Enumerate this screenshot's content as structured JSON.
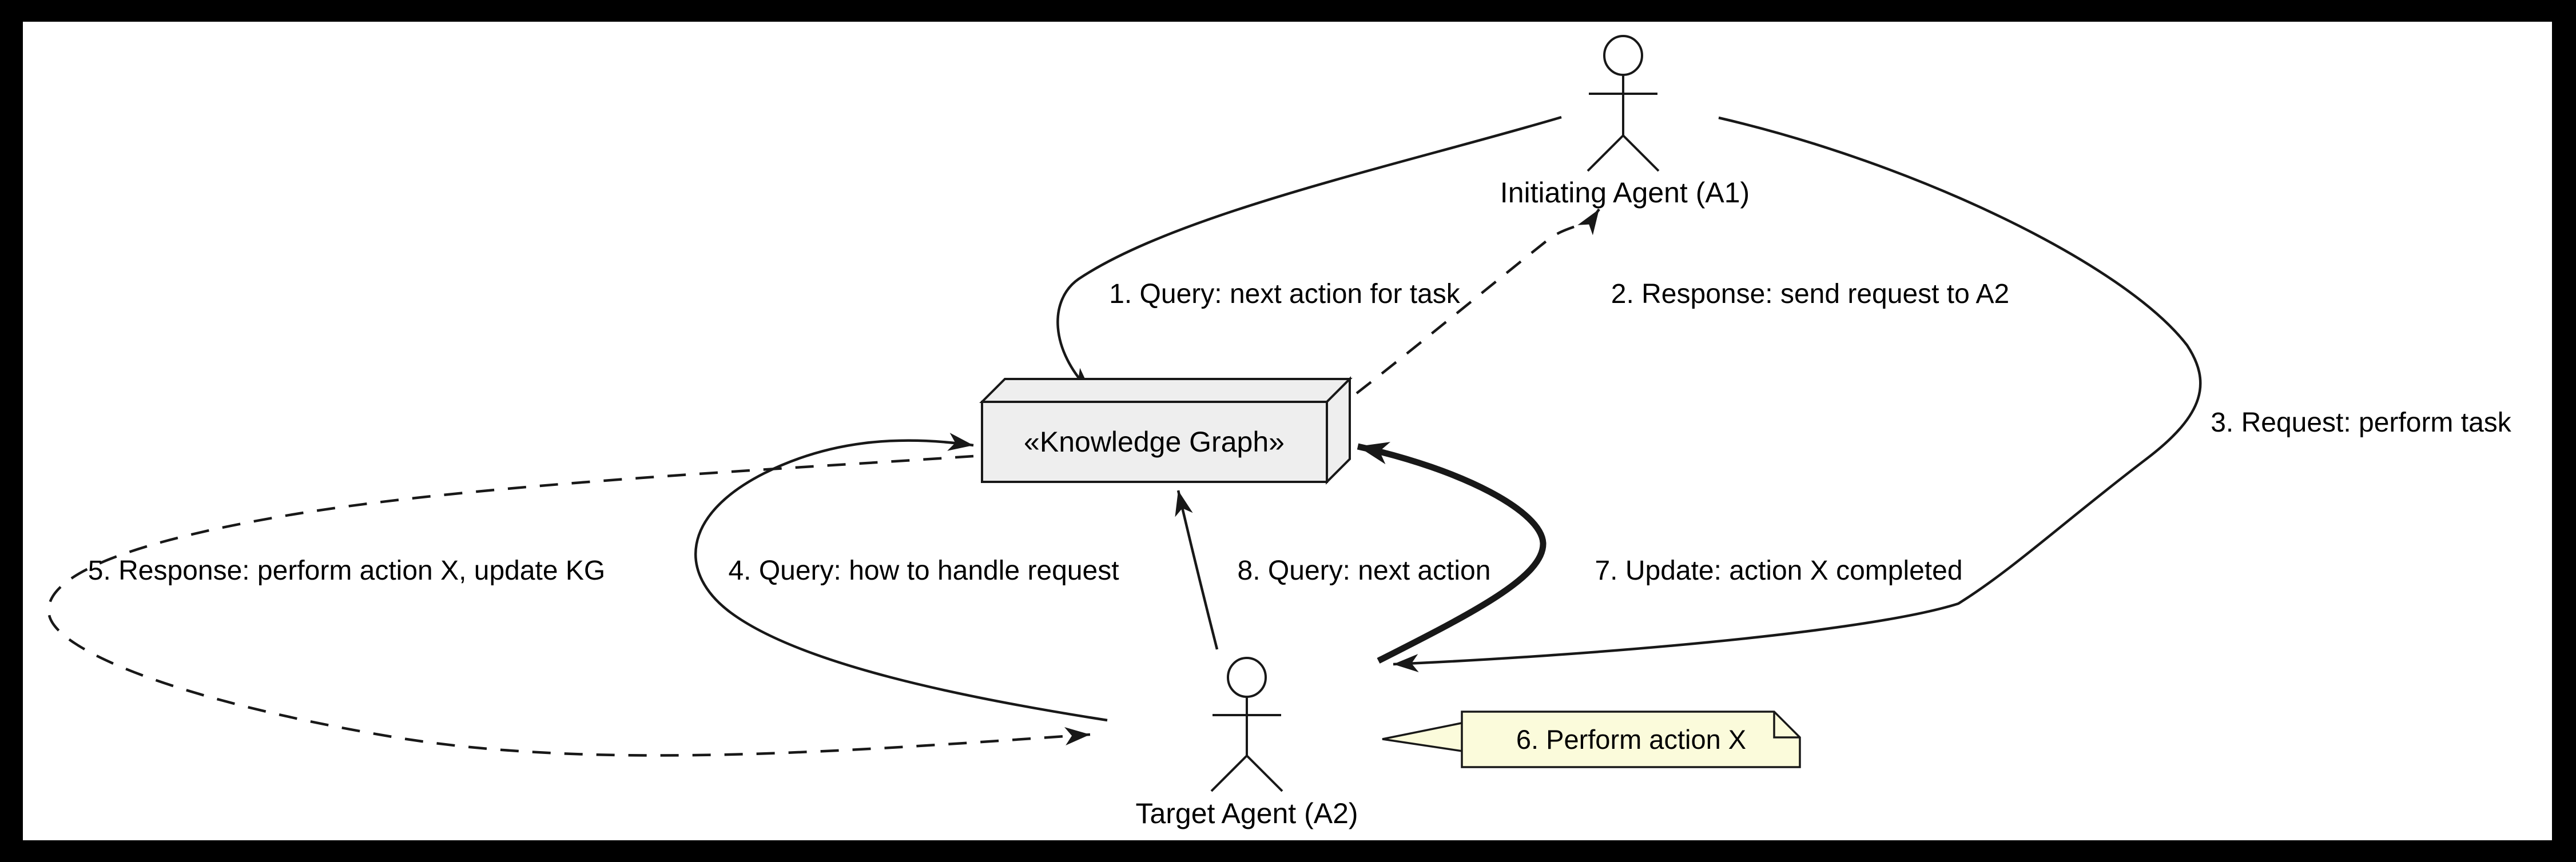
{
  "diagram": {
    "type": "uml-communication-diagram",
    "nodes": {
      "initiating_agent": {
        "label": "Initiating Agent (A1)",
        "kind": "actor"
      },
      "knowledge_graph": {
        "label": "«Knowledge Graph»",
        "kind": "node-3d"
      },
      "target_agent": {
        "label": "Target Agent (A2)",
        "kind": "actor"
      }
    },
    "messages": [
      {
        "id": "1",
        "label": "1. Query: next action for task",
        "from": "initiating_agent",
        "to": "knowledge_graph",
        "style": "solid"
      },
      {
        "id": "2",
        "label": "2. Response: send request to A2",
        "from": "knowledge_graph",
        "to": "initiating_agent",
        "style": "dashed"
      },
      {
        "id": "3",
        "label": "3. Request: perform task",
        "from": "initiating_agent",
        "to": "target_agent",
        "style": "solid"
      },
      {
        "id": "4",
        "label": "4. Query: how to handle request",
        "from": "target_agent",
        "to": "knowledge_graph",
        "style": "solid"
      },
      {
        "id": "5",
        "label": "5. Response: perform action X, update KG",
        "from": "knowledge_graph",
        "to": "target_agent",
        "style": "dashed"
      },
      {
        "id": "7",
        "label": "7. Update: action X completed",
        "from": "target_agent",
        "to": "knowledge_graph",
        "style": "bold"
      },
      {
        "id": "8",
        "label": "8. Query: next action",
        "from": "target_agent",
        "to": "knowledge_graph",
        "style": "solid"
      }
    ],
    "note": {
      "label": "6. Perform action X",
      "attached_to": "target_agent"
    },
    "colors": {
      "frame": "#000000",
      "background": "#FFFFFF",
      "node_fill": "#EEEEEE",
      "actor_fill": "#EEEEEE",
      "note_fill": "#FBFBDB",
      "stroke": "#181818",
      "text": "#000000"
    }
  }
}
